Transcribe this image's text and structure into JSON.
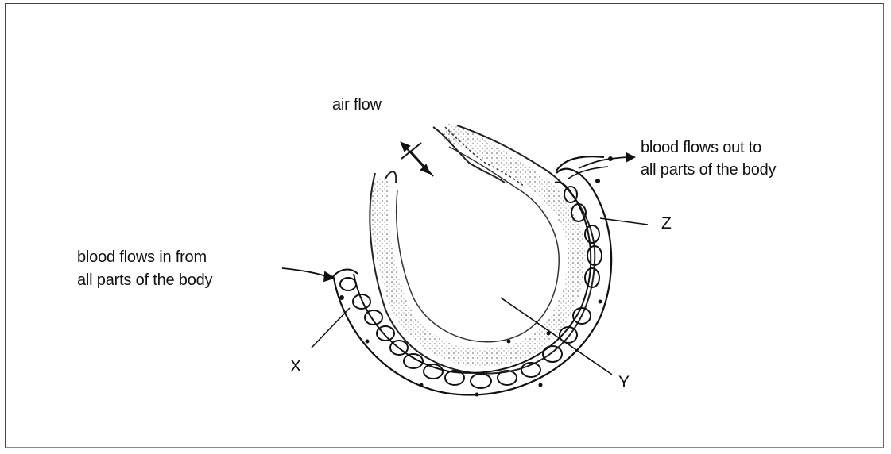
{
  "labels": {
    "air_flow": "air flow",
    "blood_out_line1": "blood flows out to",
    "blood_out_line2": "all parts of the body",
    "blood_in_line1": "blood flows in from",
    "blood_in_line2": "all parts of the body",
    "x": "X",
    "y": "Y",
    "z": "Z"
  }
}
